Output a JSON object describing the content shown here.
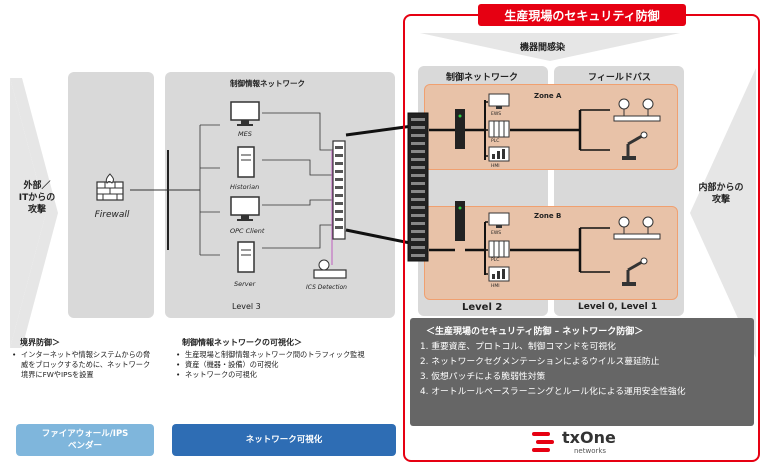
{
  "main_title": "生産現場のセキュリティ防御",
  "lateral_label": "機器間感染",
  "external": {
    "line1": "外部／",
    "line2": "ITからの",
    "line3": "攻撃"
  },
  "internal": {
    "line1": "内部からの",
    "line2": "攻撃"
  },
  "firewall_label": "Firewall",
  "it_network": {
    "title": "制御情報ネットワーク",
    "mes": "MES",
    "historian": "Historian",
    "opc": "OPC Client",
    "server": "Server",
    "ics": "ICS Detection",
    "level": "Level 3"
  },
  "control_network_label": "制御ネットワーク",
  "fieldbus_label": "フィールドバス",
  "zone_a": {
    "name": "Zone A",
    "ews": "EWS",
    "plc": "PLC",
    "hmi": "HMI"
  },
  "zone_b": {
    "name": "Zone B",
    "ews": "EWS",
    "plc": "PLC",
    "hmi": "HMI"
  },
  "level2": "Level 2",
  "level01": "Level 0, Level 1",
  "boundary": {
    "title": "境界防御＞",
    "items": [
      "インターネットや情報システムからの脅威をブロックするために、ネットワーク境界にFWやIPSを設置"
    ]
  },
  "visibility": {
    "title": "制御情報ネットワークの可視化＞",
    "items": [
      "生産現場と制御情報ネットワーク間のトラフィック監視",
      "資産（機器・設備）の可視化",
      "ネットワークの可視化"
    ]
  },
  "defense": {
    "title": "＜生産現場のセキュリティ防御 – ネットワーク防御＞",
    "items": [
      "1.  重要資産、プロトコル、制御コマンドを可視化",
      "2.  ネットワークセグメンテーションによるウイルス蔓延防止",
      "3.  仮想パッチによる脆弱性対策",
      "4.  オートルールベースラーニングとルール化による運用安全性強化"
    ]
  },
  "btn_vendor": {
    "line1": "ファイアウォール/IPS",
    "line2": "ベンダー"
  },
  "btn_visibility": "ネットワーク可視化",
  "logo": {
    "tx": "txOne",
    "sub": "networks"
  },
  "colors": {
    "red": "#e60012",
    "zone": "#e8c2a8",
    "zone_border": "#f0a070",
    "panel": "#d9d9d9",
    "btn_light": "#7fb6dc",
    "btn_dark": "#2e6db4",
    "defense_bg": "#666666"
  }
}
